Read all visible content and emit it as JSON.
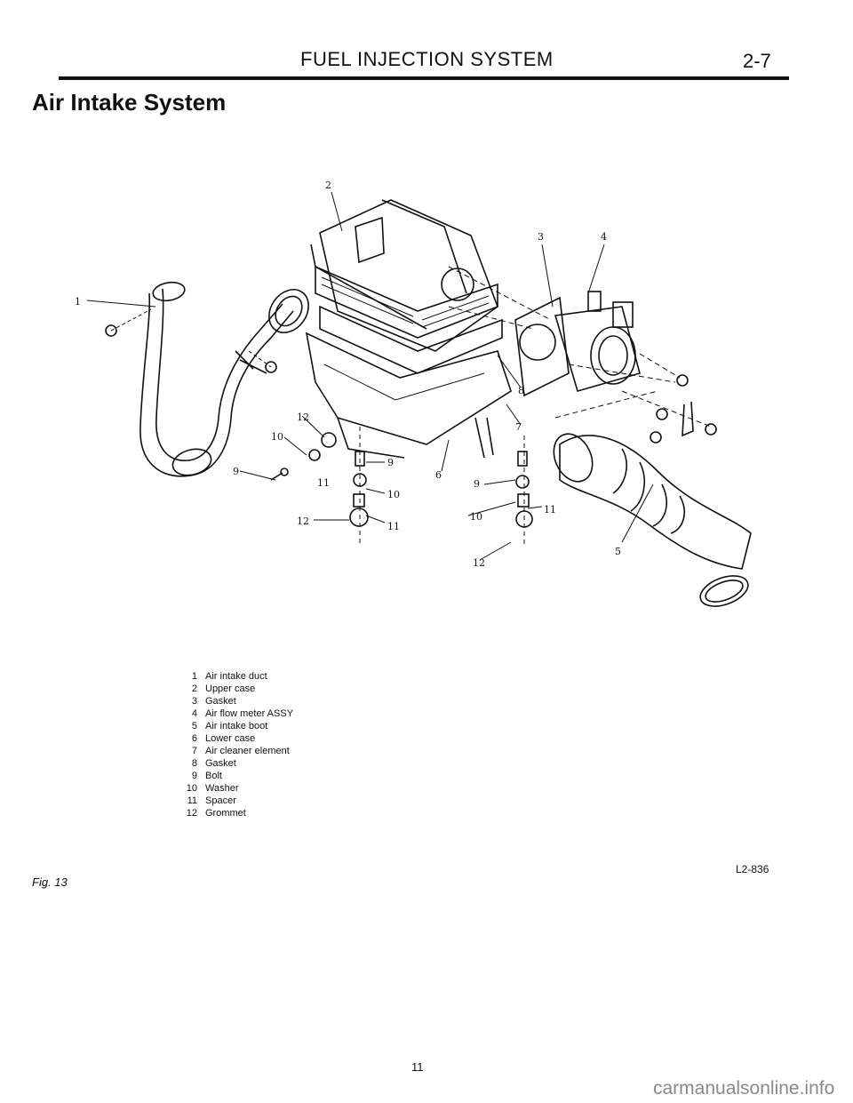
{
  "header": {
    "title": "FUEL INJECTION SYSTEM",
    "page_ref": "2-7"
  },
  "section_title": "Air Intake System",
  "diagram": {
    "callouts": [
      "1",
      "2",
      "3",
      "4",
      "5",
      "6",
      "7",
      "8",
      "9",
      "10",
      "11",
      "12"
    ]
  },
  "legend": [
    {
      "num": "1",
      "label": "Air intake duct"
    },
    {
      "num": "2",
      "label": "Upper case"
    },
    {
      "num": "3",
      "label": "Gasket"
    },
    {
      "num": "4",
      "label": "Air flow meter ASSY"
    },
    {
      "num": "5",
      "label": "Air intake boot"
    },
    {
      "num": "6",
      "label": "Lower case"
    },
    {
      "num": "7",
      "label": "Air cleaner element"
    },
    {
      "num": "8",
      "label": "Gasket"
    },
    {
      "num": "9",
      "label": "Bolt"
    },
    {
      "num": "10",
      "label": "Washer"
    },
    {
      "num": "11",
      "label": "Spacer"
    },
    {
      "num": "12",
      "label": "Grommet"
    }
  ],
  "figure_label": "Fig. 13",
  "figure_code": "L2-836",
  "page_number": "11",
  "footer_url": "carmanualsonline.info"
}
